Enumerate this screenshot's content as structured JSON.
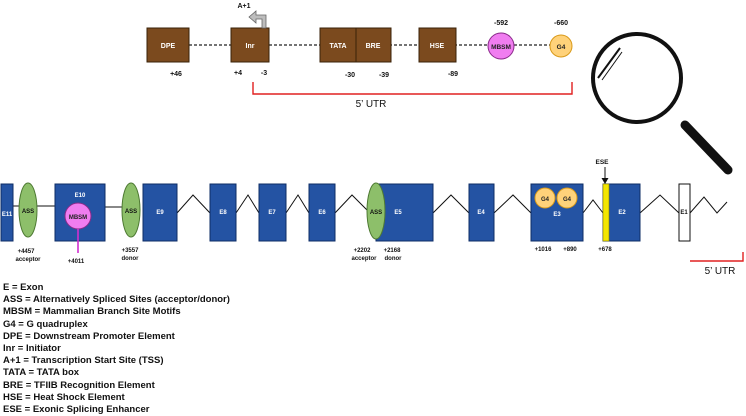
{
  "promoter": {
    "elements": {
      "dpe": "DPE",
      "inr": "Inr",
      "tata": "TATA",
      "bre": "BRE",
      "hse": "HSE",
      "mbsm": "MBSM",
      "g4": "G4"
    },
    "tss_label": "A+1",
    "positions": {
      "dpe": "+46",
      "inr_a": "+4",
      "inr_b": "-3",
      "tata": "-30",
      "bre": "-39",
      "hse": "-89",
      "mbsm": "-592",
      "g4": "-660"
    },
    "utr_label": "5’ UTR"
  },
  "gene": {
    "exons": {
      "e11": "E11",
      "e10": "E10",
      "e9": "E9",
      "e8": "E8",
      "e7": "E7",
      "e6": "E6",
      "e5": "E5",
      "e4": "E4",
      "e3": "E3",
      "e2": "E2",
      "e1": "E1"
    },
    "ass": "ASS",
    "mbsm": "MBSM",
    "g4": "G4",
    "ese": "ESE",
    "positions": {
      "p4457": "+4457",
      "acceptor": "acceptor",
      "p4011": "+4011",
      "p3557": "+3557",
      "donor": "donor",
      "p2202": "+2202",
      "p2168": "+2168",
      "p1016": "+1016",
      "p890": "+890",
      "p678": "+678"
    },
    "utr_label": "5’ UTR"
  },
  "legend": [
    "E = Exon",
    "ASS = Alternatively  Spliced  Sites (acceptor/donor)",
    "MBSM = Mammalian Branch Site Motifs",
    "G4 = G quadruplex",
    "DPE = Downstream Promoter Element",
    "Inr = Initiator",
    "A+1 = Transcription Start Site (TSS)",
    "TATA = TATA box",
    "BRE = TFIIB Recognition Element",
    "HSE = Heat Shock Element",
    "ESE = Exonic Splicing Enhancer"
  ],
  "colors": {
    "promoter_box": "#7b4a1e",
    "exon": "#2453a3",
    "ass": "#8dbf6a",
    "mbsm": "#f07df0",
    "g4": "#ffd27a",
    "ese": "#f3e600",
    "utr_line": "#e02020"
  }
}
